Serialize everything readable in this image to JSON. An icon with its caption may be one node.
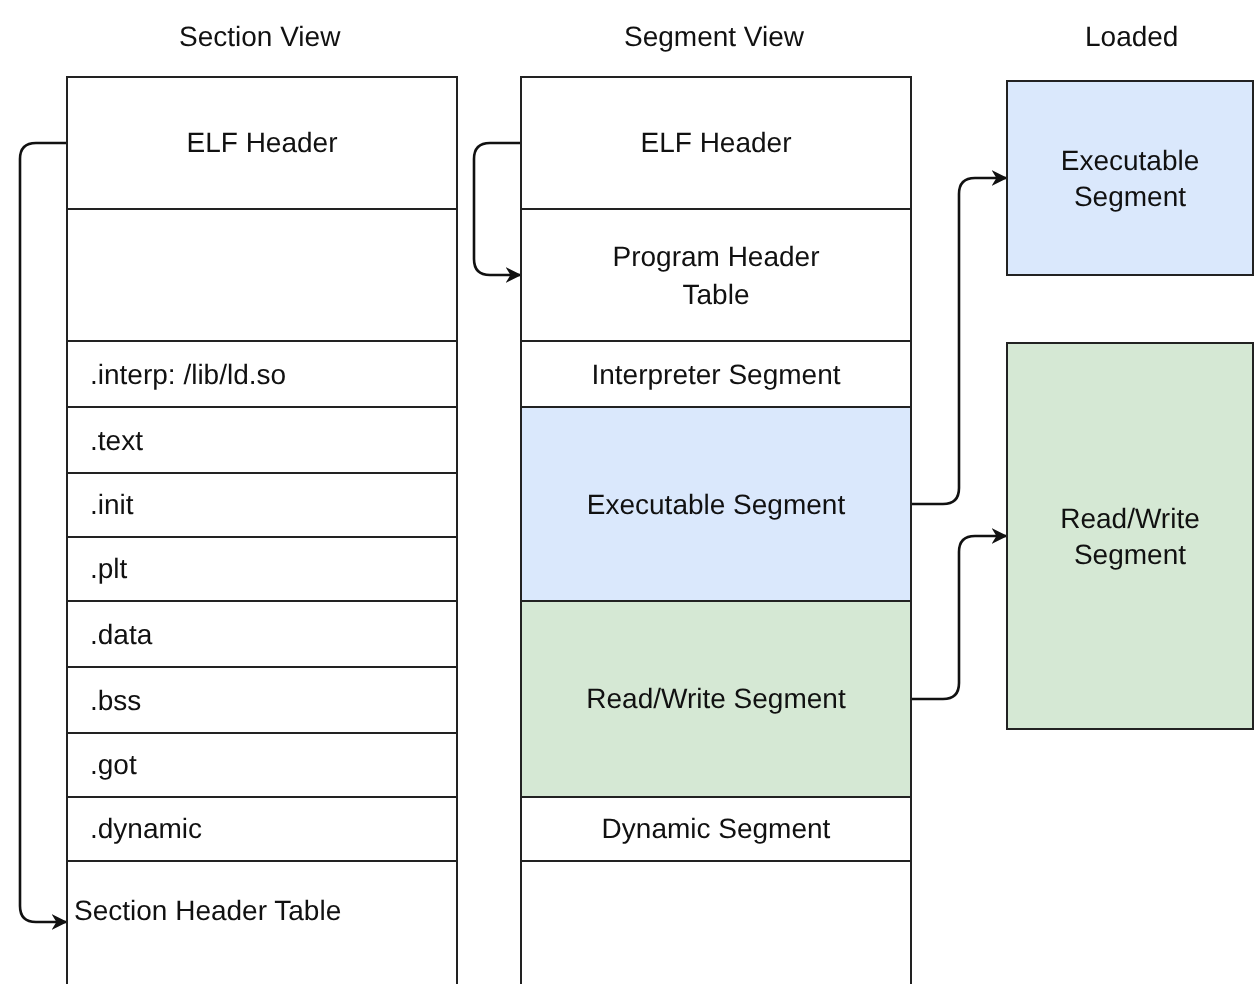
{
  "diagram": {
    "nodes": [
      {
        "text": [
          "ELF Header"
        ]
      },
      {
        "text": [],
        "shape": "box"
      },
      {
        "text": [
          ".interp: /lib/ld.so"
        ]
      },
      {
        "text": [
          ".text"
        ]
      },
      {
        "text": [
          ".init"
        ]
      },
      {
        "text": [
          ".plt"
        ]
      },
      {
        "text": [
          ".data"
        ]
      },
      {
        "text": [
          ".bss"
        ]
      },
      {
        "text": [
          ".got"
        ]
      },
      {
        "text": [
          ".dynamic"
        ]
      },
      {
        "text": [
          "Section Header Table"
        ]
      },
      {
        "text": [
          "ELF Header"
        ]
      },
      {
        "text": [
          "Program Header Table"
        ]
      },
      {
        "text": [
          "Interpreter Segment"
        ]
      },
      {
        "text": [
          "Executable Segment"
        ]
      },
      {
        "text": [
          "Read/Write Segment"
        ]
      },
      {
        "text": [
          "Dynamic Segment"
        ]
      },
      {
        "text": [],
        "shape": "box"
      },
      {
        "text": [
          "Executable Segment"
        ]
      },
      {
        "text": [
          "Read/Write Segment"
        ]
      }
    ],
    "edges": [
      {
        "from": 0,
        "to": 10,
        "arrow": "to"
      },
      {
        "from": 11,
        "to": 12,
        "arrow": "to"
      },
      {
        "from": 14,
        "to": 18,
        "arrow": "to"
      },
      {
        "from": 15,
        "to": 19,
        "arrow": "to"
      }
    ],
    "labels": [
      "Section View",
      "Segment View",
      "Loaded"
    ]
  }
}
